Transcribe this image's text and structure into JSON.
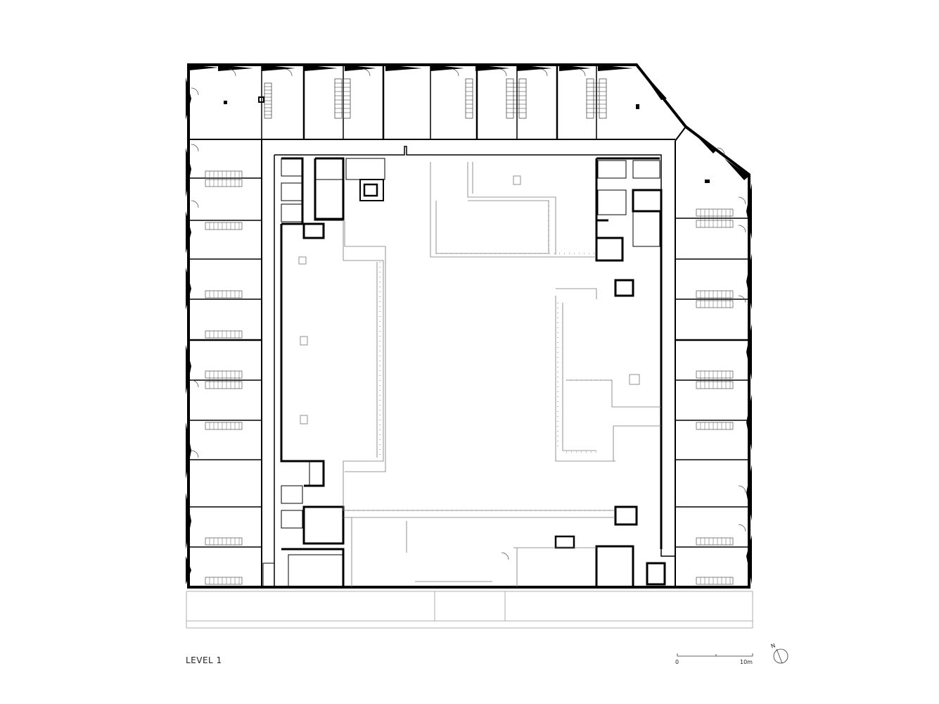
{
  "title": "LEVEL 1",
  "scale_bar": {
    "start_label": "0",
    "end_label": "10m"
  },
  "north_arrow": {
    "label": "N"
  },
  "colors": {
    "wall": "#000000",
    "line": "#555555",
    "thin": "#999999",
    "background": "#ffffff"
  }
}
